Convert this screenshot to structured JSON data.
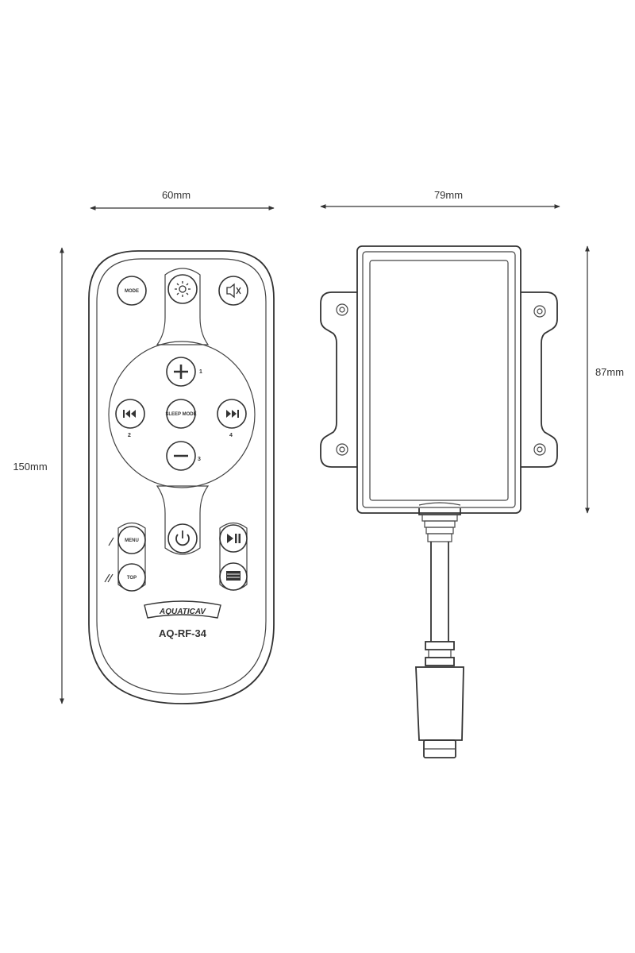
{
  "dimensions": {
    "remote_width": "60mm",
    "remote_height": "150mm",
    "receiver_width": "79mm",
    "receiver_height": "87mm"
  },
  "remote": {
    "brand": "AQUATICAV",
    "model": "AQ-RF-34",
    "buttons": {
      "mode": "MODE",
      "sleep": "SLEEP MODE",
      "menu": "MENU",
      "top": "TOP"
    },
    "button_numbers": {
      "plus": "1",
      "prev": "2",
      "next": "4",
      "minus": "3"
    }
  }
}
